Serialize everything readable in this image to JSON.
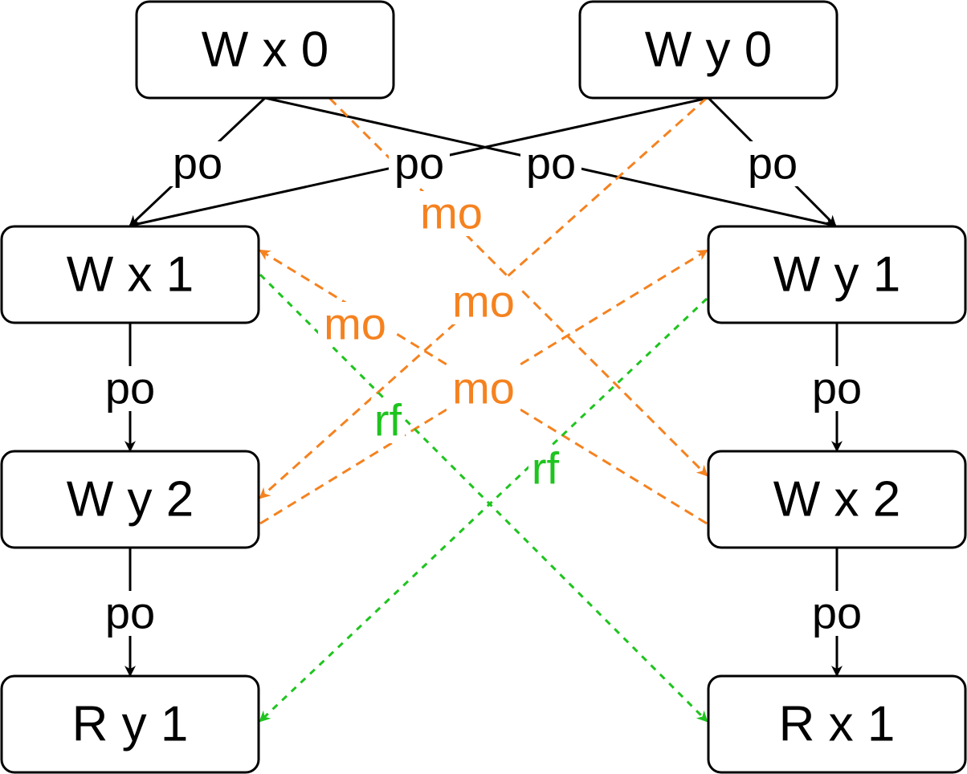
{
  "colors": {
    "po": "#000000",
    "mo": "#f5821f",
    "rf": "#1ec41e"
  },
  "nodes": {
    "wx0": "W x 0",
    "wy0": "W y 0",
    "wx1": "W x 1",
    "wy1": "W y 1",
    "wy2": "W y 2",
    "wx2": "W x 2",
    "ry1": "R y 1",
    "rx1": "R x 1"
  },
  "edges": {
    "po_wx0_wx1": "po",
    "po_wx0_wy1": "po",
    "po_wy0_wx1": "po",
    "po_wy0_wy1": "po",
    "po_wx1_wy2": "po",
    "po_wy1_wx2": "po",
    "po_wy2_ry1": "po",
    "po_wx2_rx1": "po",
    "mo_wx0_wx2": "mo",
    "mo_wy0_wy2": "mo",
    "mo_wx2_wx1": "mo",
    "mo_wy2_wy1": "mo",
    "rf_wx1_rx1": "rf",
    "rf_wy1_ry1": "rf"
  }
}
